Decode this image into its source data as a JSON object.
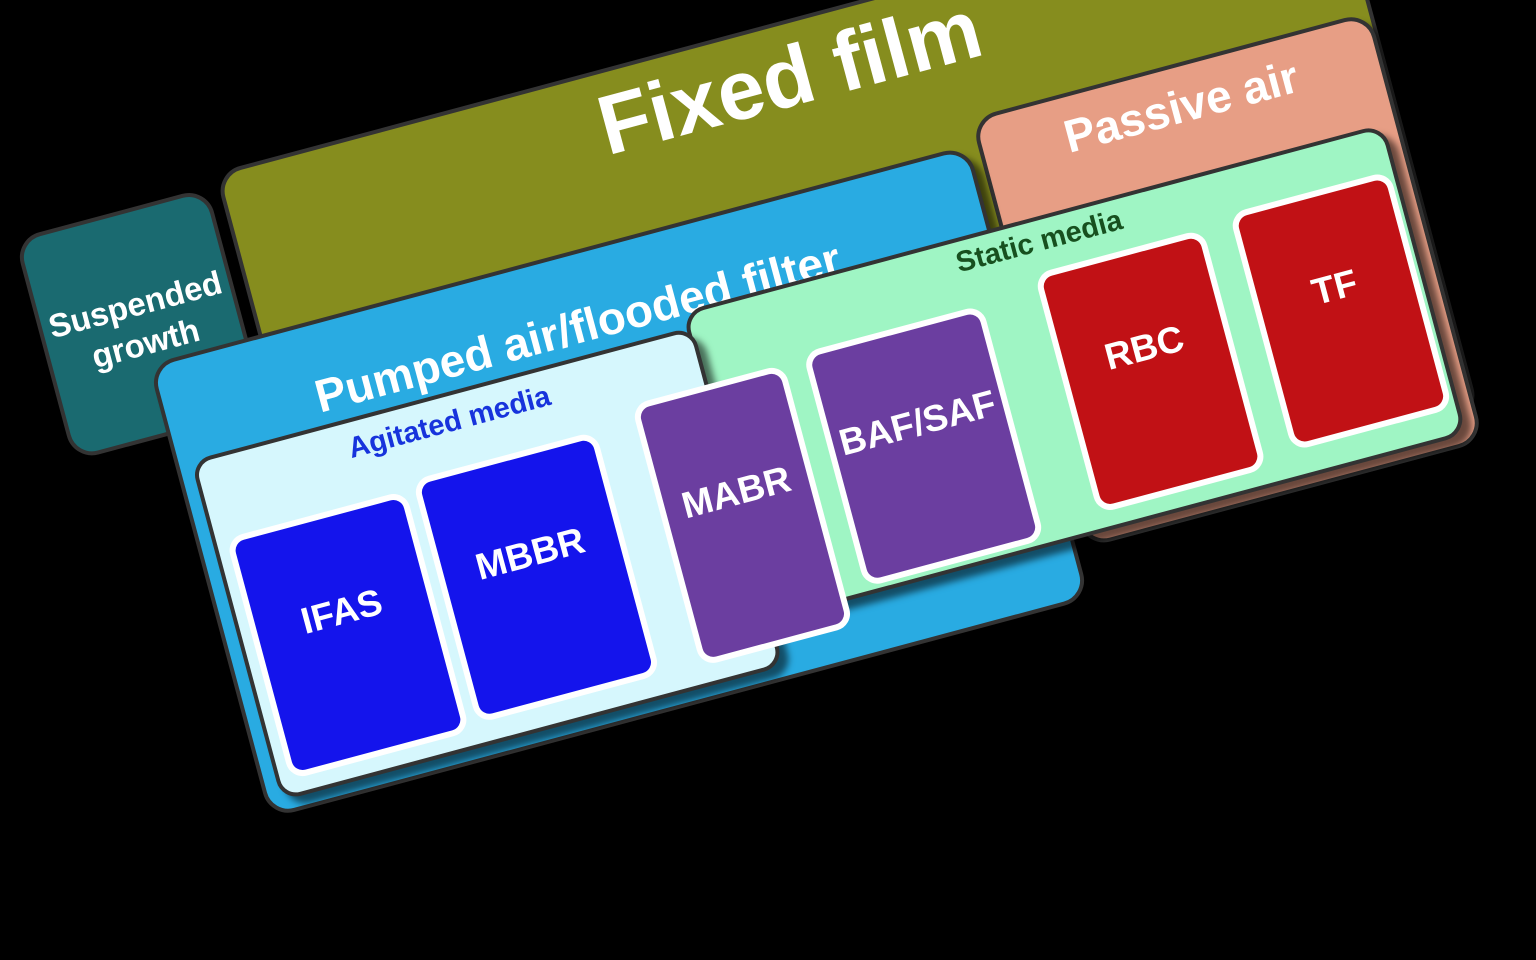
{
  "diagram": {
    "background": "#000000",
    "rotation_deg": -15,
    "outline_color": "#333333",
    "leaf_border_color": "#FFFFFF",
    "boxes": {
      "suspended_growth": {
        "label": "Suspended growth",
        "fill": "#1A6A70",
        "text_color": "#FFFFFF"
      },
      "fixed_film": {
        "label": "Fixed film",
        "fill": "#868D1E",
        "text_color": "#FFFFFF"
      },
      "passive_air": {
        "label": "Passive air",
        "fill": "#E79E85",
        "text_color": "#FFFFFF"
      },
      "pumped_air": {
        "label": "Pumped air/flooded filter",
        "fill": "#29ABE2",
        "text_color": "#FFFFFF"
      },
      "static_media": {
        "label": "Static media",
        "fill": "#9FF5C4",
        "text_color": "#17501F"
      },
      "agitated_media": {
        "label": "Agitated media",
        "fill": "#D6F7FD",
        "text_color": "#1733DC"
      },
      "ifas": {
        "label": "IFAS",
        "fill": "#1414EC",
        "text_color": "#FFFFFF"
      },
      "mbbr": {
        "label": "MBBR",
        "fill": "#1414EC",
        "text_color": "#FFFFFF"
      },
      "mabr": {
        "label": "MABR",
        "fill": "#6B3EA0",
        "text_color": "#FFFFFF"
      },
      "baf_saf": {
        "label": "BAF/SAF",
        "fill": "#6B3EA0",
        "text_color": "#FFFFFF"
      },
      "rbc": {
        "label": "RBC",
        "fill": "#C11115",
        "text_color": "#FFFFFF"
      },
      "tf": {
        "label": "TF",
        "fill": "#C11115",
        "text_color": "#FFFFFF"
      }
    }
  }
}
